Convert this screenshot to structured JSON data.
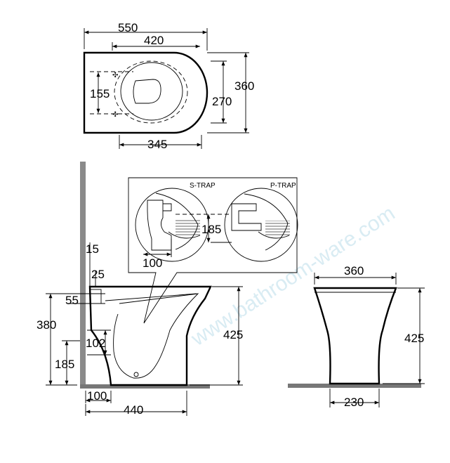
{
  "watermark": "www.bathroom-ware.com",
  "plan_view": {
    "dims": [
      "550",
      "420",
      "360",
      "270",
      "155",
      "345"
    ]
  },
  "side_view": {
    "dims": [
      "15",
      "25",
      "55",
      "380",
      "102",
      "185",
      "425",
      "100",
      "440"
    ]
  },
  "detail": {
    "s_trap": "S-TRAP",
    "p_trap": "P-TRAP",
    "dims": [
      "185",
      "100"
    ]
  },
  "front_view": {
    "dims": [
      "360",
      "425",
      "230"
    ]
  },
  "colors": {
    "line": "#000000",
    "floor": "#777777",
    "wall": "#8a8a8a"
  }
}
